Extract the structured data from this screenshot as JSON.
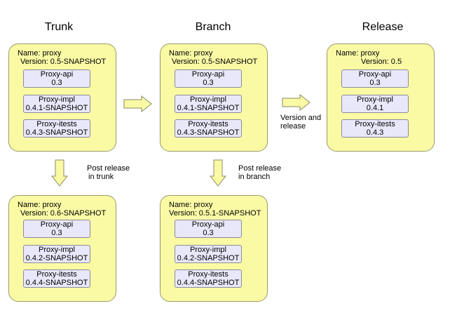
{
  "columns": [
    "Trunk",
    "Branch",
    "Release"
  ],
  "boxes": [
    {
      "name": "Name: proxy",
      "version": "Version: 0.5-SNAPSHOT",
      "modules": [
        {
          "name": "Proxy-api",
          "version": "0.3"
        },
        {
          "name": "Proxy-impl",
          "version": "0.4.1-SNAPSHOT"
        },
        {
          "name": "Proxy-itests",
          "version": "0.4.3-SNAPSHOT"
        }
      ]
    },
    {
      "name": "Name: proxy",
      "version": "Version: 0.5-SNAPSHOT",
      "modules": [
        {
          "name": "Proxy-api",
          "version": "0.3"
        },
        {
          "name": "Proxy-impl",
          "version": "0.4.1-SNAPSHOT"
        },
        {
          "name": "Proxy-itests",
          "version": "0.4.3-SNAPSHOT"
        }
      ]
    },
    {
      "name": "Name: proxy",
      "version": "Version: 0.5",
      "modules": [
        {
          "name": "Proxy-api",
          "version": "0.3"
        },
        {
          "name": "Proxy-impl",
          "version": "0.4.1"
        },
        {
          "name": "Proxy-itests",
          "version": "0.4.3"
        }
      ]
    },
    {
      "name": "Name: proxy",
      "version": "Version: 0.6-SNAPSHOT",
      "modules": [
        {
          "name": "Proxy-api",
          "version": "0.3"
        },
        {
          "name": "Proxy-impl",
          "version": "0.4.2-SNAPSHOT"
        },
        {
          "name": "Proxy-itests",
          "version": "0.4.4-SNAPSHOT"
        }
      ]
    },
    {
      "name": "Name: proxy",
      "version": "Version: 0.5.1-SNAPSHOT",
      "modules": [
        {
          "name": "Proxy-api",
          "version": "0.3"
        },
        {
          "name": "Proxy-impl",
          "version": "0.4.2-SNAPSHOT"
        },
        {
          "name": "Proxy-itests",
          "version": "0.4.4-SNAPSHOT"
        }
      ]
    }
  ],
  "notes": {
    "version_release": [
      "Version and",
      "release"
    ],
    "post_trunk": [
      "Post release",
      "in trunk"
    ],
    "post_branch": [
      "Post release",
      "in branch"
    ]
  },
  "colors": {
    "box_fill": "#fafaa5",
    "module_fill": "#e8e8fa",
    "arrow_fill": "#fafaa5"
  }
}
